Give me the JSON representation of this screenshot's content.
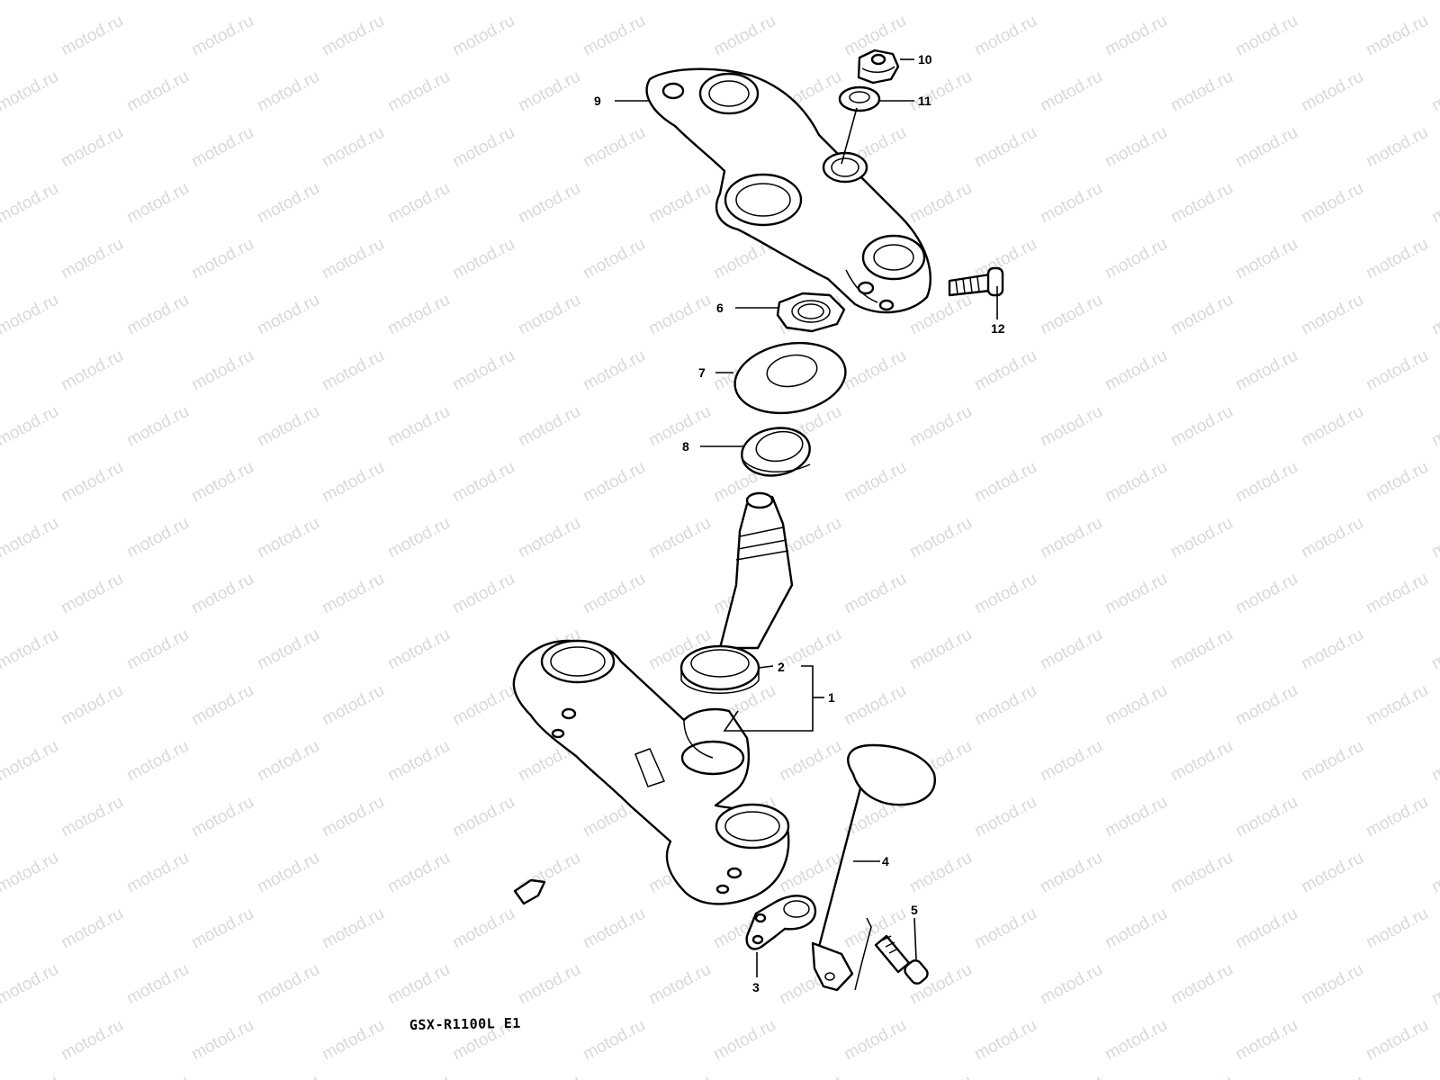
{
  "watermark": "motod.ru",
  "model_label": "GSX-R1100L E1",
  "callouts": [
    {
      "id": "1",
      "text": "1"
    },
    {
      "id": "2",
      "text": "2"
    },
    {
      "id": "3",
      "text": "3"
    },
    {
      "id": "4",
      "text": "4"
    },
    {
      "id": "5",
      "text": "5"
    },
    {
      "id": "6",
      "text": "6"
    },
    {
      "id": "7",
      "text": "7"
    },
    {
      "id": "8",
      "text": "8"
    },
    {
      "id": "9",
      "text": "9"
    },
    {
      "id": "10",
      "text": "10"
    },
    {
      "id": "11",
      "text": "11"
    },
    {
      "id": "12",
      "text": "12"
    }
  ],
  "colors": {
    "line": "#000000",
    "background": "#ffffff",
    "watermark": "#d9d9d9"
  }
}
